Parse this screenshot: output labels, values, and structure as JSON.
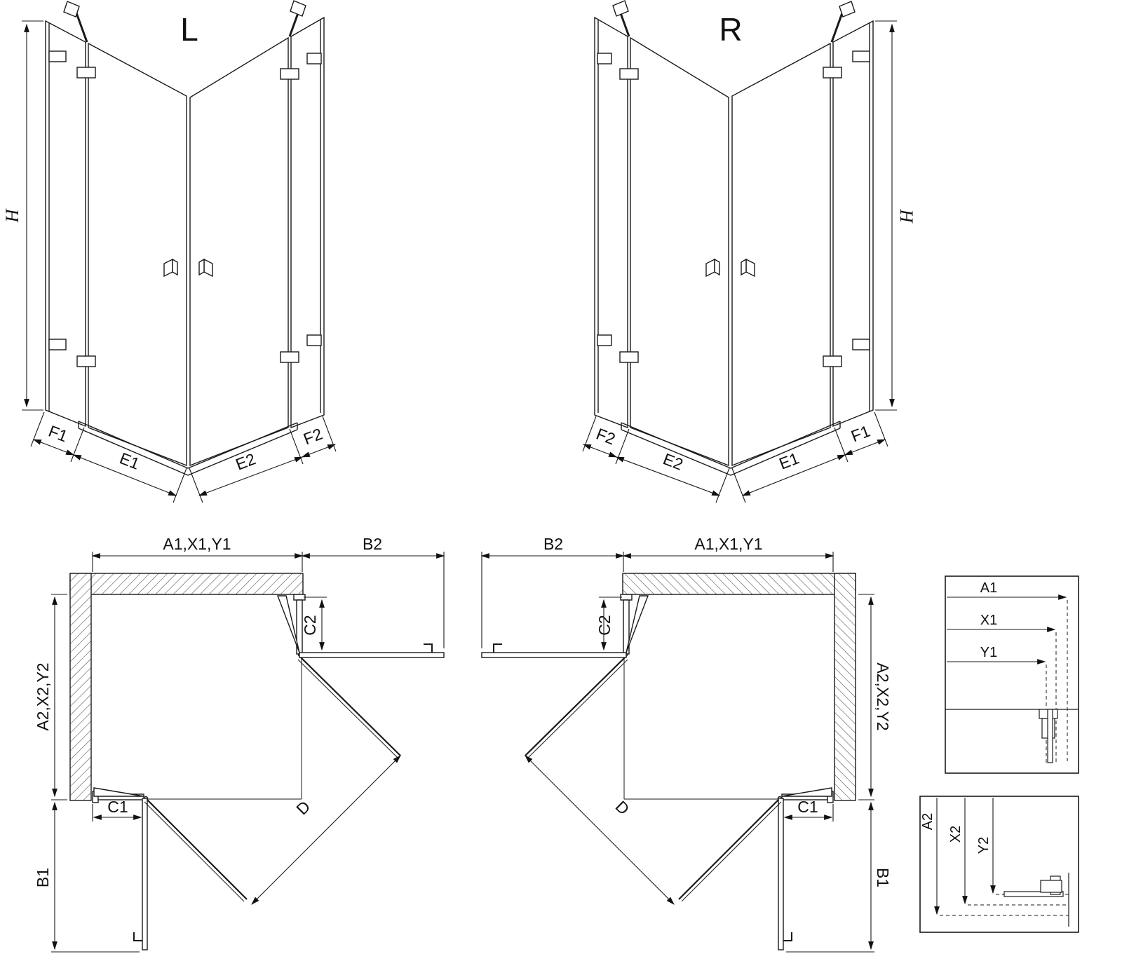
{
  "titles": {
    "left": "L",
    "right": "R"
  },
  "perspective_dims": {
    "h": "H",
    "f1": "F1",
    "e1": "E1",
    "e2": "E2",
    "f2": "F2"
  },
  "plan_dims": {
    "top": "A1,X1,Y1",
    "b2": "B2",
    "c2": "C2",
    "side": "A2,X2,Y2",
    "c1": "C1",
    "b1": "B1",
    "d": "D"
  },
  "detail_horizontal": {
    "a1": "A1",
    "x1": "X1",
    "y1": "Y1"
  },
  "detail_vertical": {
    "a2": "A2",
    "x2": "X2",
    "y2": "Y2"
  }
}
